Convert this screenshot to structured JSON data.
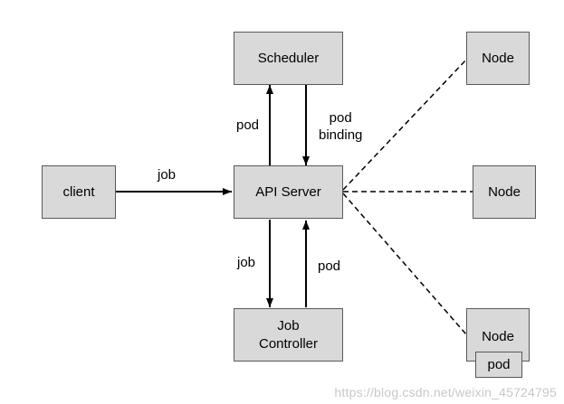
{
  "nodes": {
    "client": "client",
    "api_server": "API Server",
    "scheduler": "Scheduler",
    "job_controller": "Job\nController",
    "node_1": "Node",
    "node_2": "Node",
    "node_3": "Node",
    "pod_box": "pod"
  },
  "edge_labels": {
    "client_to_api": "job",
    "api_to_scheduler": "pod",
    "scheduler_to_api": "pod\nbinding",
    "api_to_job_controller": "job",
    "job_controller_to_api": "pod"
  },
  "watermark": "https://blog.csdn.net/weixin_45724795",
  "colors": {
    "box_fill": "#d9d9d9",
    "box_border": "#595959",
    "arrow": "#000000",
    "watermark": "#c8c8c8"
  }
}
